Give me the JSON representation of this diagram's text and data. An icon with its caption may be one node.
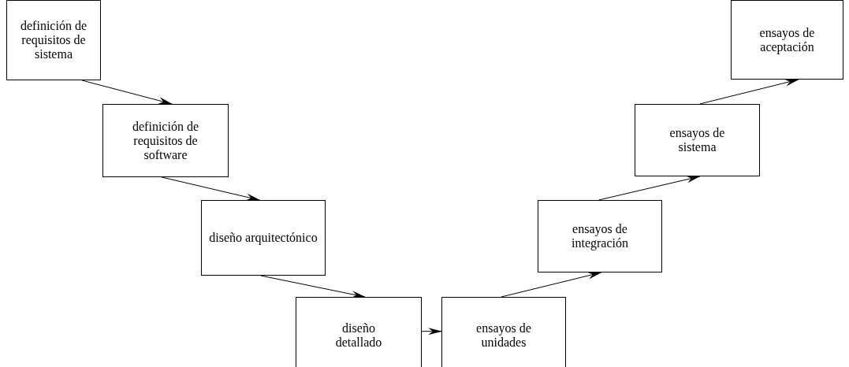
{
  "diagram": {
    "nodes": [
      {
        "text": [
          "definición de requisitos de sistema"
        ]
      },
      {
        "text": [
          "definición de requisitos de software"
        ]
      },
      {
        "text": [
          "diseño arquitectónico"
        ]
      },
      {
        "text": [
          "diseño detallado"
        ]
      },
      {
        "text": [
          "ensayos de unidades"
        ]
      },
      {
        "text": [
          "ensayos de integración"
        ]
      },
      {
        "text": [
          "ensayos de sistema"
        ]
      },
      {
        "text": [
          "ensayos de aceptación"
        ]
      }
    ],
    "edges": [
      {
        "from": 0,
        "to": 1,
        "arrow": "to"
      },
      {
        "from": 1,
        "to": 2,
        "arrow": "to"
      },
      {
        "from": 2,
        "to": 3,
        "arrow": "to"
      },
      {
        "from": 3,
        "to": 4,
        "arrow": "to"
      },
      {
        "from": 4,
        "to": 5,
        "arrow": "to"
      },
      {
        "from": 5,
        "to": 6,
        "arrow": "to"
      },
      {
        "from": 6,
        "to": 7,
        "arrow": "to"
      }
    ]
  }
}
